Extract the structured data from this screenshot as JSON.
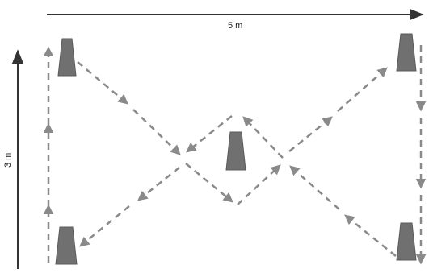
{
  "diagram": {
    "width_label": "5 m",
    "height_label": "3 m",
    "cone_count": 5,
    "colors": {
      "cone": "#707070",
      "arrow": "#8a8a8a",
      "dimension": "#333333"
    }
  }
}
